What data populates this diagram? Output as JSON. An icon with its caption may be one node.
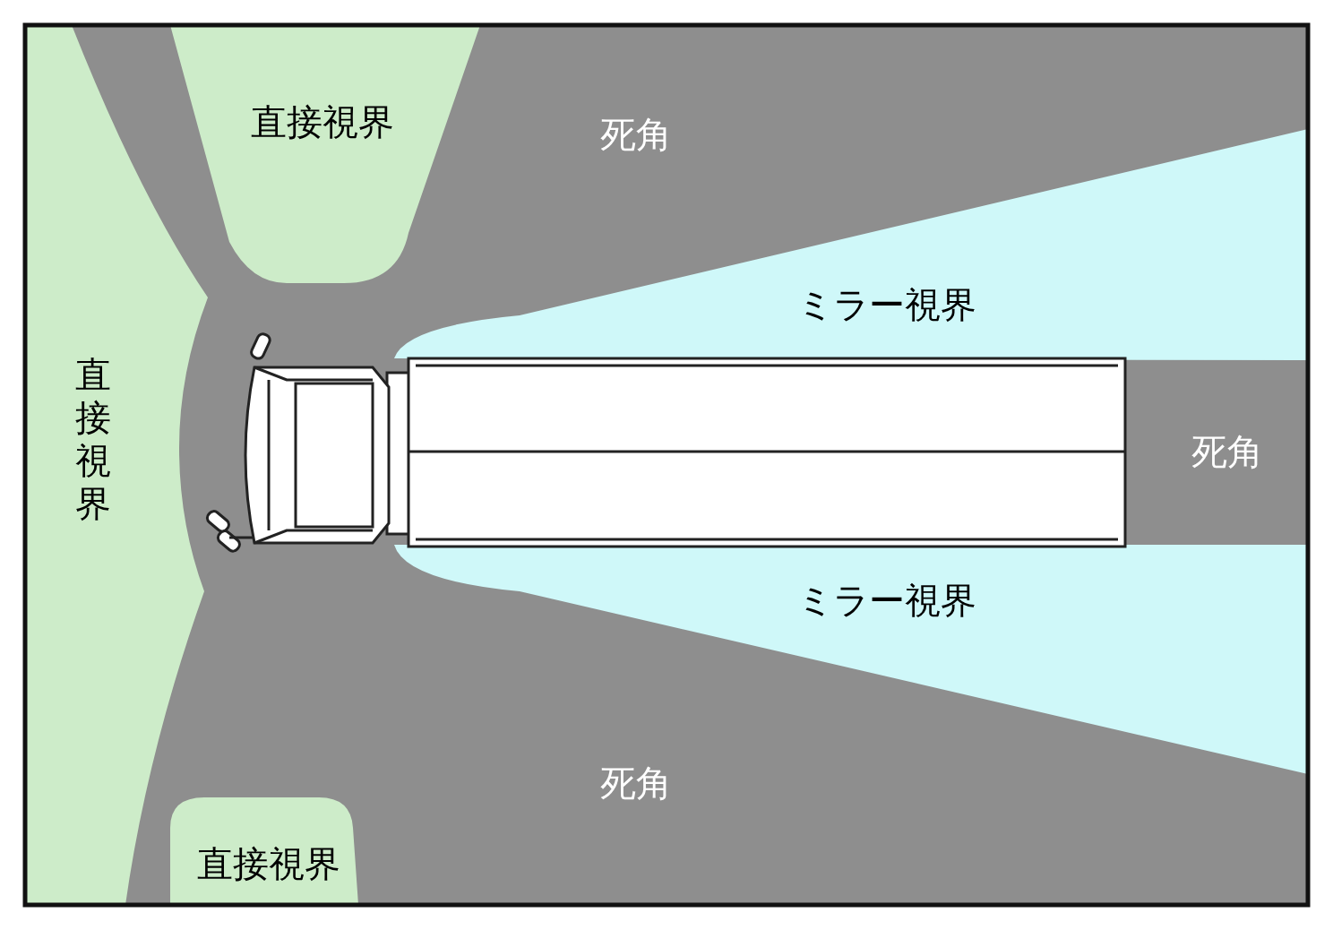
{
  "diagram": {
    "nodes": [
      {
        "text": [
          "直接視界"
        ]
      },
      {
        "text": [
          "ミラー視界"
        ]
      },
      {
        "text": [
          "直接視界"
        ]
      },
      {
        "text": [
          "ミラー視界"
        ]
      },
      {
        "text": [
          "直接視界"
        ]
      }
    ],
    "labels": [
      "死角",
      "死角",
      "死角"
    ]
  }
}
